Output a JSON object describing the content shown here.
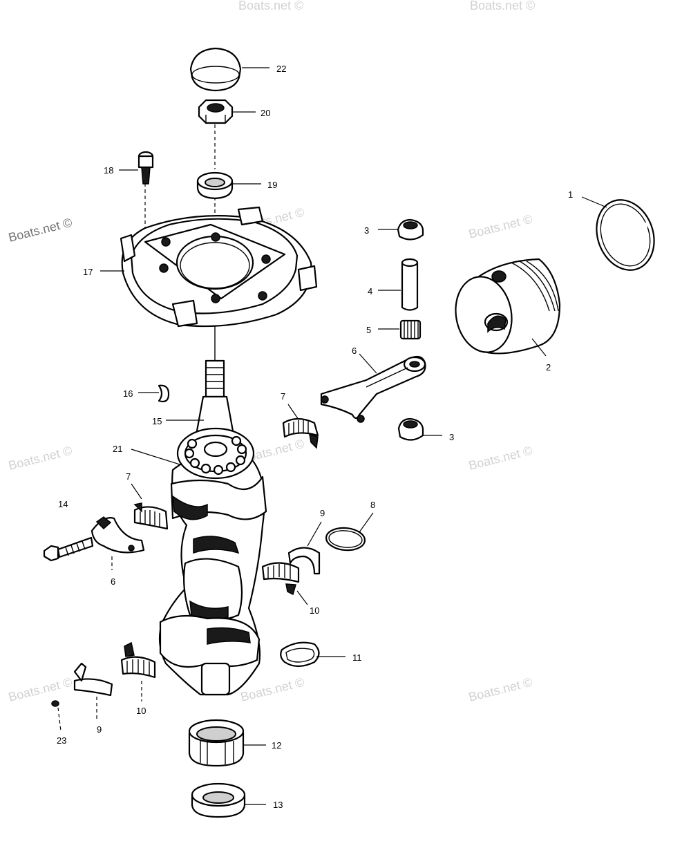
{
  "watermark": {
    "text": "Boats.net ©"
  },
  "callouts": {
    "c1": "1",
    "c2": "2",
    "c3a": "3",
    "c3b": "3",
    "c4": "4",
    "c5": "5",
    "c6a": "6",
    "c6b": "6",
    "c7a": "7",
    "c7b": "7",
    "c8": "8",
    "c9a": "9",
    "c9b": "9",
    "c10a": "10",
    "c10b": "10",
    "c11": "11",
    "c12": "12",
    "c13": "13",
    "c14": "14",
    "c15": "15",
    "c16": "16",
    "c17": "17",
    "c18": "18",
    "c19": "19",
    "c20": "20",
    "c21": "21",
    "c22": "22",
    "c23": "23"
  }
}
